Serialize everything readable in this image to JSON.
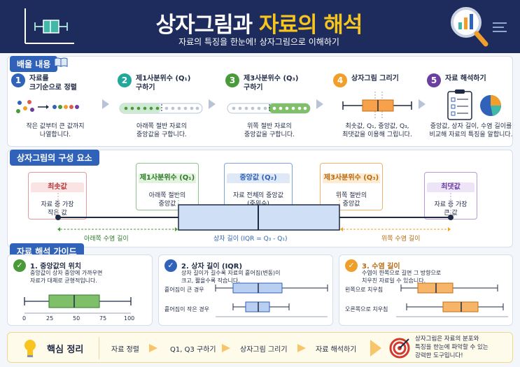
{
  "header": {
    "title_main": "상자그림과 ",
    "title_highlight": "자료의 해석",
    "subtitle": "자료의 특징을 한눈에! 상자그림으로 이해하기"
  },
  "learning": {
    "label": "배울 내용",
    "steps": [
      {
        "num": "1",
        "title": "자료를\n크기순으로 정렬",
        "desc": "작은 값부터 큰 값까지\n나열합니다.",
        "color": "#2f62b8"
      },
      {
        "num": "2",
        "title": "제1사분위수 (Q₁)\n구하기",
        "desc": "아래쪽 절반 자료의\n중앙값을 구합니다.",
        "color": "#22a89a"
      },
      {
        "num": "3",
        "title": "제3사분위수 (Q₃)\n구하기",
        "desc": "위쪽 절반 자료의\n중앙값을 구합니다.",
        "color": "#4a9a3a"
      },
      {
        "num": "4",
        "title": "상자그림 그리기",
        "desc": "최솟값, Q₁, 중앙값, Q₃,\n최댓값을 이용해 그립니다.",
        "color": "#f0a02a"
      },
      {
        "num": "5",
        "title": "자료 해석하기",
        "desc": "중앙값, 상자 길이, 수염 길이를\n비교해 자료의 특징을 알합니다.",
        "color": "#6b3fa0"
      }
    ]
  },
  "components": {
    "label": "상자그림의 구성 요소",
    "min": {
      "title": "최솟값",
      "desc": "자료 중 가장\n작은 값"
    },
    "q1": {
      "title": "제1사분위수 (Q₁)",
      "desc": "아래쪽 절반의\n중앙값"
    },
    "median": {
      "title": "중앙값 (Q₂)",
      "desc": "자료 전체의 중앙값\n(중위수)"
    },
    "q3": {
      "title": "제3사분위수 (Q₃)",
      "desc": "위쪽 절반의\n중앙값"
    },
    "max": {
      "title": "최댓값",
      "desc": "자료 중 가장\n큰 값"
    },
    "lower_whisker": "아래쪽 수염 길이",
    "box_length": "상자 길이 (IQR = Q₃ - Q₁)",
    "upper_whisker": "위쪽 수염 길이"
  },
  "guide": {
    "label": "자료 해석 가이드",
    "cards": [
      {
        "title": "1. 중앙값의 위치",
        "desc": "중앙값이 상자 중앙에 가까우면\n자료가 대체로 균형적입니다."
      },
      {
        "title": "2. 상자 길이 (IQR)",
        "desc": "상자 길이가 길수록 자료의 흩어짐(변동)이\n크고, 짧을수록 작습니다.",
        "row1": "흩어짐이 큰 경우",
        "row2": "흩어짐이 작은 경우"
      },
      {
        "title": "3. 수염 길이",
        "desc": "수염이 한쪽으로 길면 그 방향으로\n치우친 자료일 수 있습니다.",
        "row1": "왼쪽으로 치우침",
        "row2": "오른쪽으로 치우침"
      }
    ],
    "ticks": [
      "0",
      "25",
      "50",
      "75",
      "100"
    ]
  },
  "summary": {
    "label": "핵심 정리",
    "steps": [
      "자료 정렬",
      "Q1, Q3 구하기",
      "상자그림 그리기",
      "자료 해석하기"
    ],
    "conclusion": "상자그림은 자료의 분포와\n특징을 한눈에 파악할 수 있는\n강력한 도구입니다!"
  },
  "colors": {
    "navy": "#1d2c5c",
    "accent": "#f7c51e",
    "blue": "#2f62b8",
    "green": "#4a9a3a",
    "orange": "#f0a02a"
  }
}
